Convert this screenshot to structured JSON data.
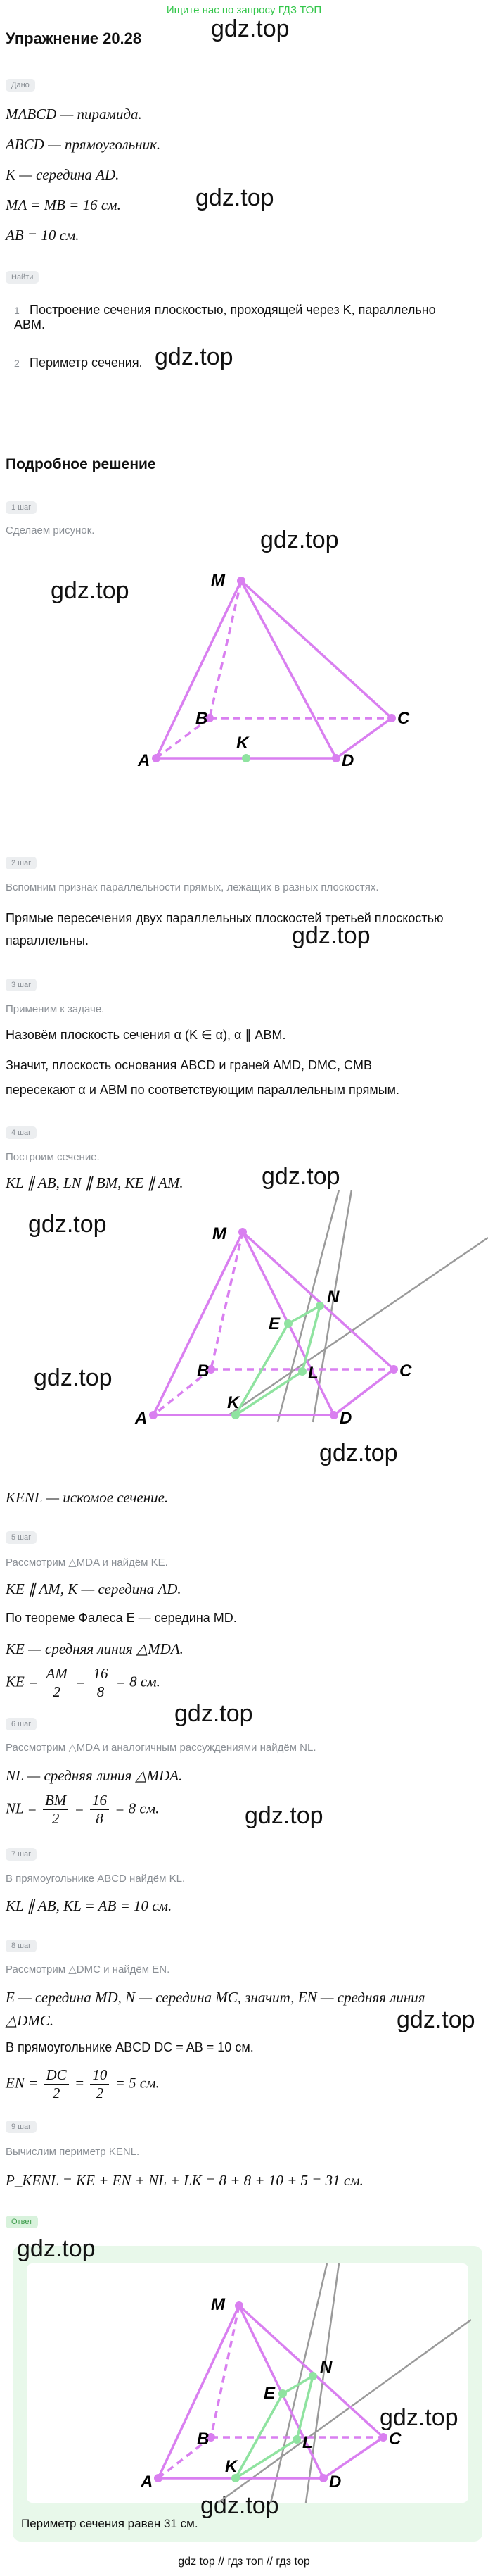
{
  "banner": "Ищите нас по запросу ГДЗ ТОП",
  "watermark": "gdz.top",
  "title": "Упражнение 20.28",
  "given_label": "Дано",
  "given": [
    "MABCD — пирамида.",
    "ABCD — прямоугольник.",
    "K — середина AD.",
    "MA = MB = 16 см.",
    "AB = 10 см."
  ],
  "find_label": "Найти",
  "find": [
    {
      "num": "1",
      "text": "Построение сечения плоскостью, проходящей через K, параллельно ABM."
    },
    {
      "num": "2",
      "text": "Периметр сечения."
    }
  ],
  "solution_title": "Подробное решение",
  "steps": {
    "s1": {
      "label": "1 шаг",
      "note": "Сделаем рисунок."
    },
    "s2": {
      "label": "2 шаг",
      "note": "Вспомним признак параллельности прямых, лежащих в разных плоскостях.",
      "text": "Прямые пересечения двух параллельных плоскостей третьей плоскостью параллельны."
    },
    "s3": {
      "label": "3 шаг",
      "note": "Применим к задаче.",
      "text1": "Назовём плоскость сечения α (K ∈ α), α ∥ ABM.",
      "text2": "Значит, плоскость основания ABCD и граней AMD, DMC, CMB",
      "text3": "пересекают α и ABM по соответствующим параллельным прямым."
    },
    "s4": {
      "label": "4 шаг",
      "note": "Построим сечение.",
      "text1": "KL ∥ AB, LN ∥ BM, KE ∥ AM.",
      "text2": "KENL — искомое сечение."
    },
    "s5": {
      "label": "5 шаг",
      "note": "Рассмотрим △MDA и найдём KE.",
      "text1": "KE ∥ AM, K — середина AD.",
      "text2": "По теореме Фалеса E — середина MD.",
      "text3": "KE — средняя линия △MDA.",
      "eq": "KE = AM/2 = 16/8 = 8 см."
    },
    "s6": {
      "label": "6 шаг",
      "note": "Рассмотрим △MDA и аналогичным рассуждениями найдём NL.",
      "text1": "NL — средняя линия △MDA.",
      "eq": "NL = BM/2 = 16/8 = 8 см."
    },
    "s7": {
      "label": "7 шаг",
      "note": "В прямоугольнике ABCD найдём KL.",
      "text1": "KL ∥ AB, KL = AB = 10 см."
    },
    "s8": {
      "label": "8 шаг",
      "note": "Рассмотрим △DMC и найдём EN.",
      "text1": "E — середина MD, N — середина MC, значит, EN — средняя линия",
      "text1b": "△DMC.",
      "text2": "В прямоугольнике ABCD DC = AB = 10 см.",
      "eq": "EN = DC/2 = 10/2 = 5 см."
    },
    "s9": {
      "label": "9 шаг",
      "note": "Вычислим периметр KENL.",
      "eq": "P_KENL = KE + EN + NL + LK = 8 + 8 + 10 + 5 = 31 см."
    }
  },
  "answer": {
    "label": "Ответ",
    "text": "Периметр сечения равен 31 см."
  },
  "fig_labels": {
    "M": "M",
    "A": "A",
    "B": "B",
    "C": "C",
    "D": "D",
    "K": "K",
    "E": "E",
    "N": "N",
    "L": "L"
  },
  "fractions": {
    "s5": {
      "lhs": "KE =",
      "n1": "AM",
      "d1": "2",
      "n2": "16",
      "d2": "8",
      "rhs": "= 8 см."
    },
    "s6": {
      "lhs": "NL =",
      "n1": "BM",
      "d1": "2",
      "n2": "16",
      "d2": "8",
      "rhs": "= 8 см."
    },
    "s8": {
      "lhs": "EN =",
      "n1": "DC",
      "d1": "2",
      "n2": "10",
      "d2": "2",
      "rhs": "= 5 см."
    }
  },
  "footer": "gdz top // гдз топ // гдз top",
  "colors": {
    "violet": "#d97ff0",
    "green": "#8fe3a0",
    "gray": "#9a9a9a",
    "banner_green": "#33c64a"
  }
}
